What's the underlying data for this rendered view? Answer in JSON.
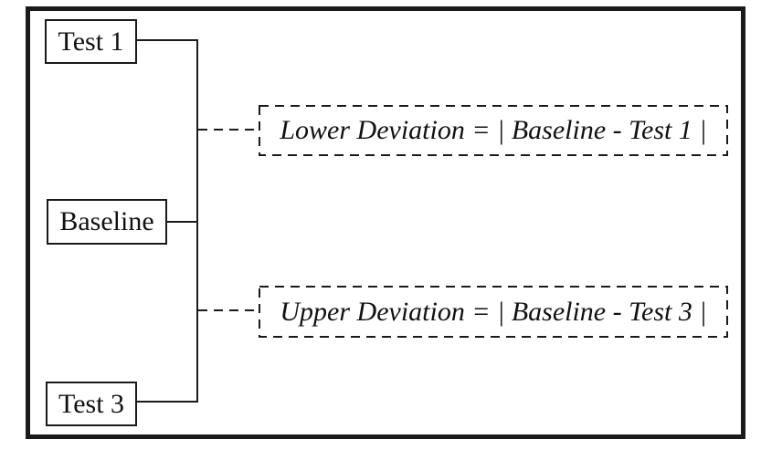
{
  "colors": {
    "line": "#1a1a1a",
    "frame": "#1b1b1b",
    "background": "#ffffff",
    "text": "#111111"
  },
  "diagram": {
    "nodes": [
      {
        "label": "Test 1"
      },
      {
        "label": "Baseline"
      },
      {
        "label": "Test 3"
      }
    ],
    "formulas": [
      {
        "text": "Lower Deviation = | Baseline - Test 1 |"
      },
      {
        "text": "Upper Deviation = | Baseline - Test 3 |"
      }
    ]
  }
}
